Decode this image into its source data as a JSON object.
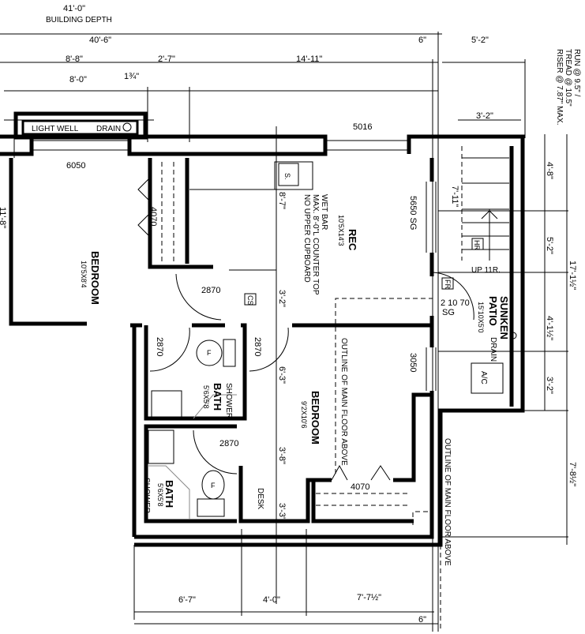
{
  "dimensions": {
    "building_depth": "41'-0\"",
    "building_depth_label": "BUILDING DEPTH",
    "overall": "40'-6\"",
    "six_top": "6\"",
    "stair_width": "5'-2\"",
    "d_8_8": "8'-8\"",
    "d_2_7": "2'-7\"",
    "d_14_11": "14'-11\"",
    "d_8_0": "8'-0\"",
    "d_1_3_4": "1¾\"",
    "d_3_2_stair": "3'-2\"",
    "right_4_8": "4'-8\"",
    "right_5_2": "5'-2\"",
    "right_4_1_half": "4'-1½\"",
    "right_3_2": "3'-2\"",
    "right_17_1_half": "17'-1½\"",
    "right_7_8_half": "7'-8½\"",
    "stair_7_11": "7'-11\"",
    "mid_8_7": "8'-7\"",
    "mid_3_2": "3'-2\"",
    "mid_6_3": "6'-3\"",
    "mid_3_8": "3'-8\"",
    "mid_3_3": "3'-3\"",
    "left_11_8": "11'-8\"",
    "bottom_6_7": "6'-7\"",
    "bottom_4_0": "4'-0\"",
    "bottom_7_7_half": "7'-7½\"",
    "bottom_6": "6\""
  },
  "notes": {
    "stair_note": [
      "RUN @ 9.5\" /",
      "TREAD @ 10.5\"",
      "RISER @ 7.87\" MAX."
    ],
    "light_well": "LIGHT WELL",
    "drain_top": "DRAIN",
    "window_5016": "5016",
    "window_6050": "6050",
    "door_4070_top": "4070",
    "door_2870_hall": "2870",
    "door_2870_bath1_left": "2870",
    "door_2870_bath1_right": "2870",
    "door_2870_bath2": "2870",
    "door_4070_bottom": "4070",
    "window_5650": "5650 SG",
    "window_3050": "3050",
    "door_21070": "2 10 70",
    "door_21070_sg": "SG",
    "wet_bar": [
      "WET BAR",
      "MAX. 8'-0\"L COUNTER TOP",
      "NO UPPER CUPBOARD"
    ],
    "sink": "S.",
    "cs": "CS",
    "fr": "FR",
    "hr": "HR",
    "up": "UP 11R.",
    "drain_patio": "DRAIN",
    "ac": "A/C",
    "desk": "DESK",
    "outline_main": "OUTLINE OF MAIN FLOOR ABOVE",
    "outline_main_right": "OUTLINE OF MAIN FLOOR ABOVE",
    "shower1": "SHOWER",
    "shower2": "SHOWER",
    "toilet": "F"
  },
  "rooms": {
    "bedroom1": {
      "name": "BEDROOM",
      "size": "10'5X8'4"
    },
    "rec": {
      "name": "REC",
      "size": "10'5X14'3"
    },
    "bath1": {
      "name": "BATH",
      "size": "5'6X5'8"
    },
    "bath2": {
      "name": "BATH",
      "size": "5'6X5'8"
    },
    "bedroom2": {
      "name": "BEDROOM",
      "size": "9'2X10'6"
    },
    "patio": {
      "name": "SUNKEN",
      "name2": "PATIO",
      "size": "15'10X5'0"
    }
  }
}
